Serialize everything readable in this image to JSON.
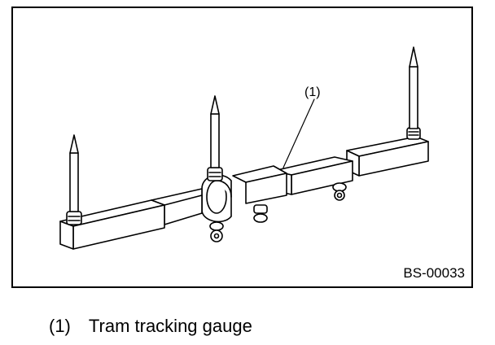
{
  "figure": {
    "callout_label": "(1)",
    "code": "BS-00033"
  },
  "legend": {
    "items": [
      {
        "number": "(1)",
        "text": "Tram tracking gauge"
      }
    ]
  }
}
